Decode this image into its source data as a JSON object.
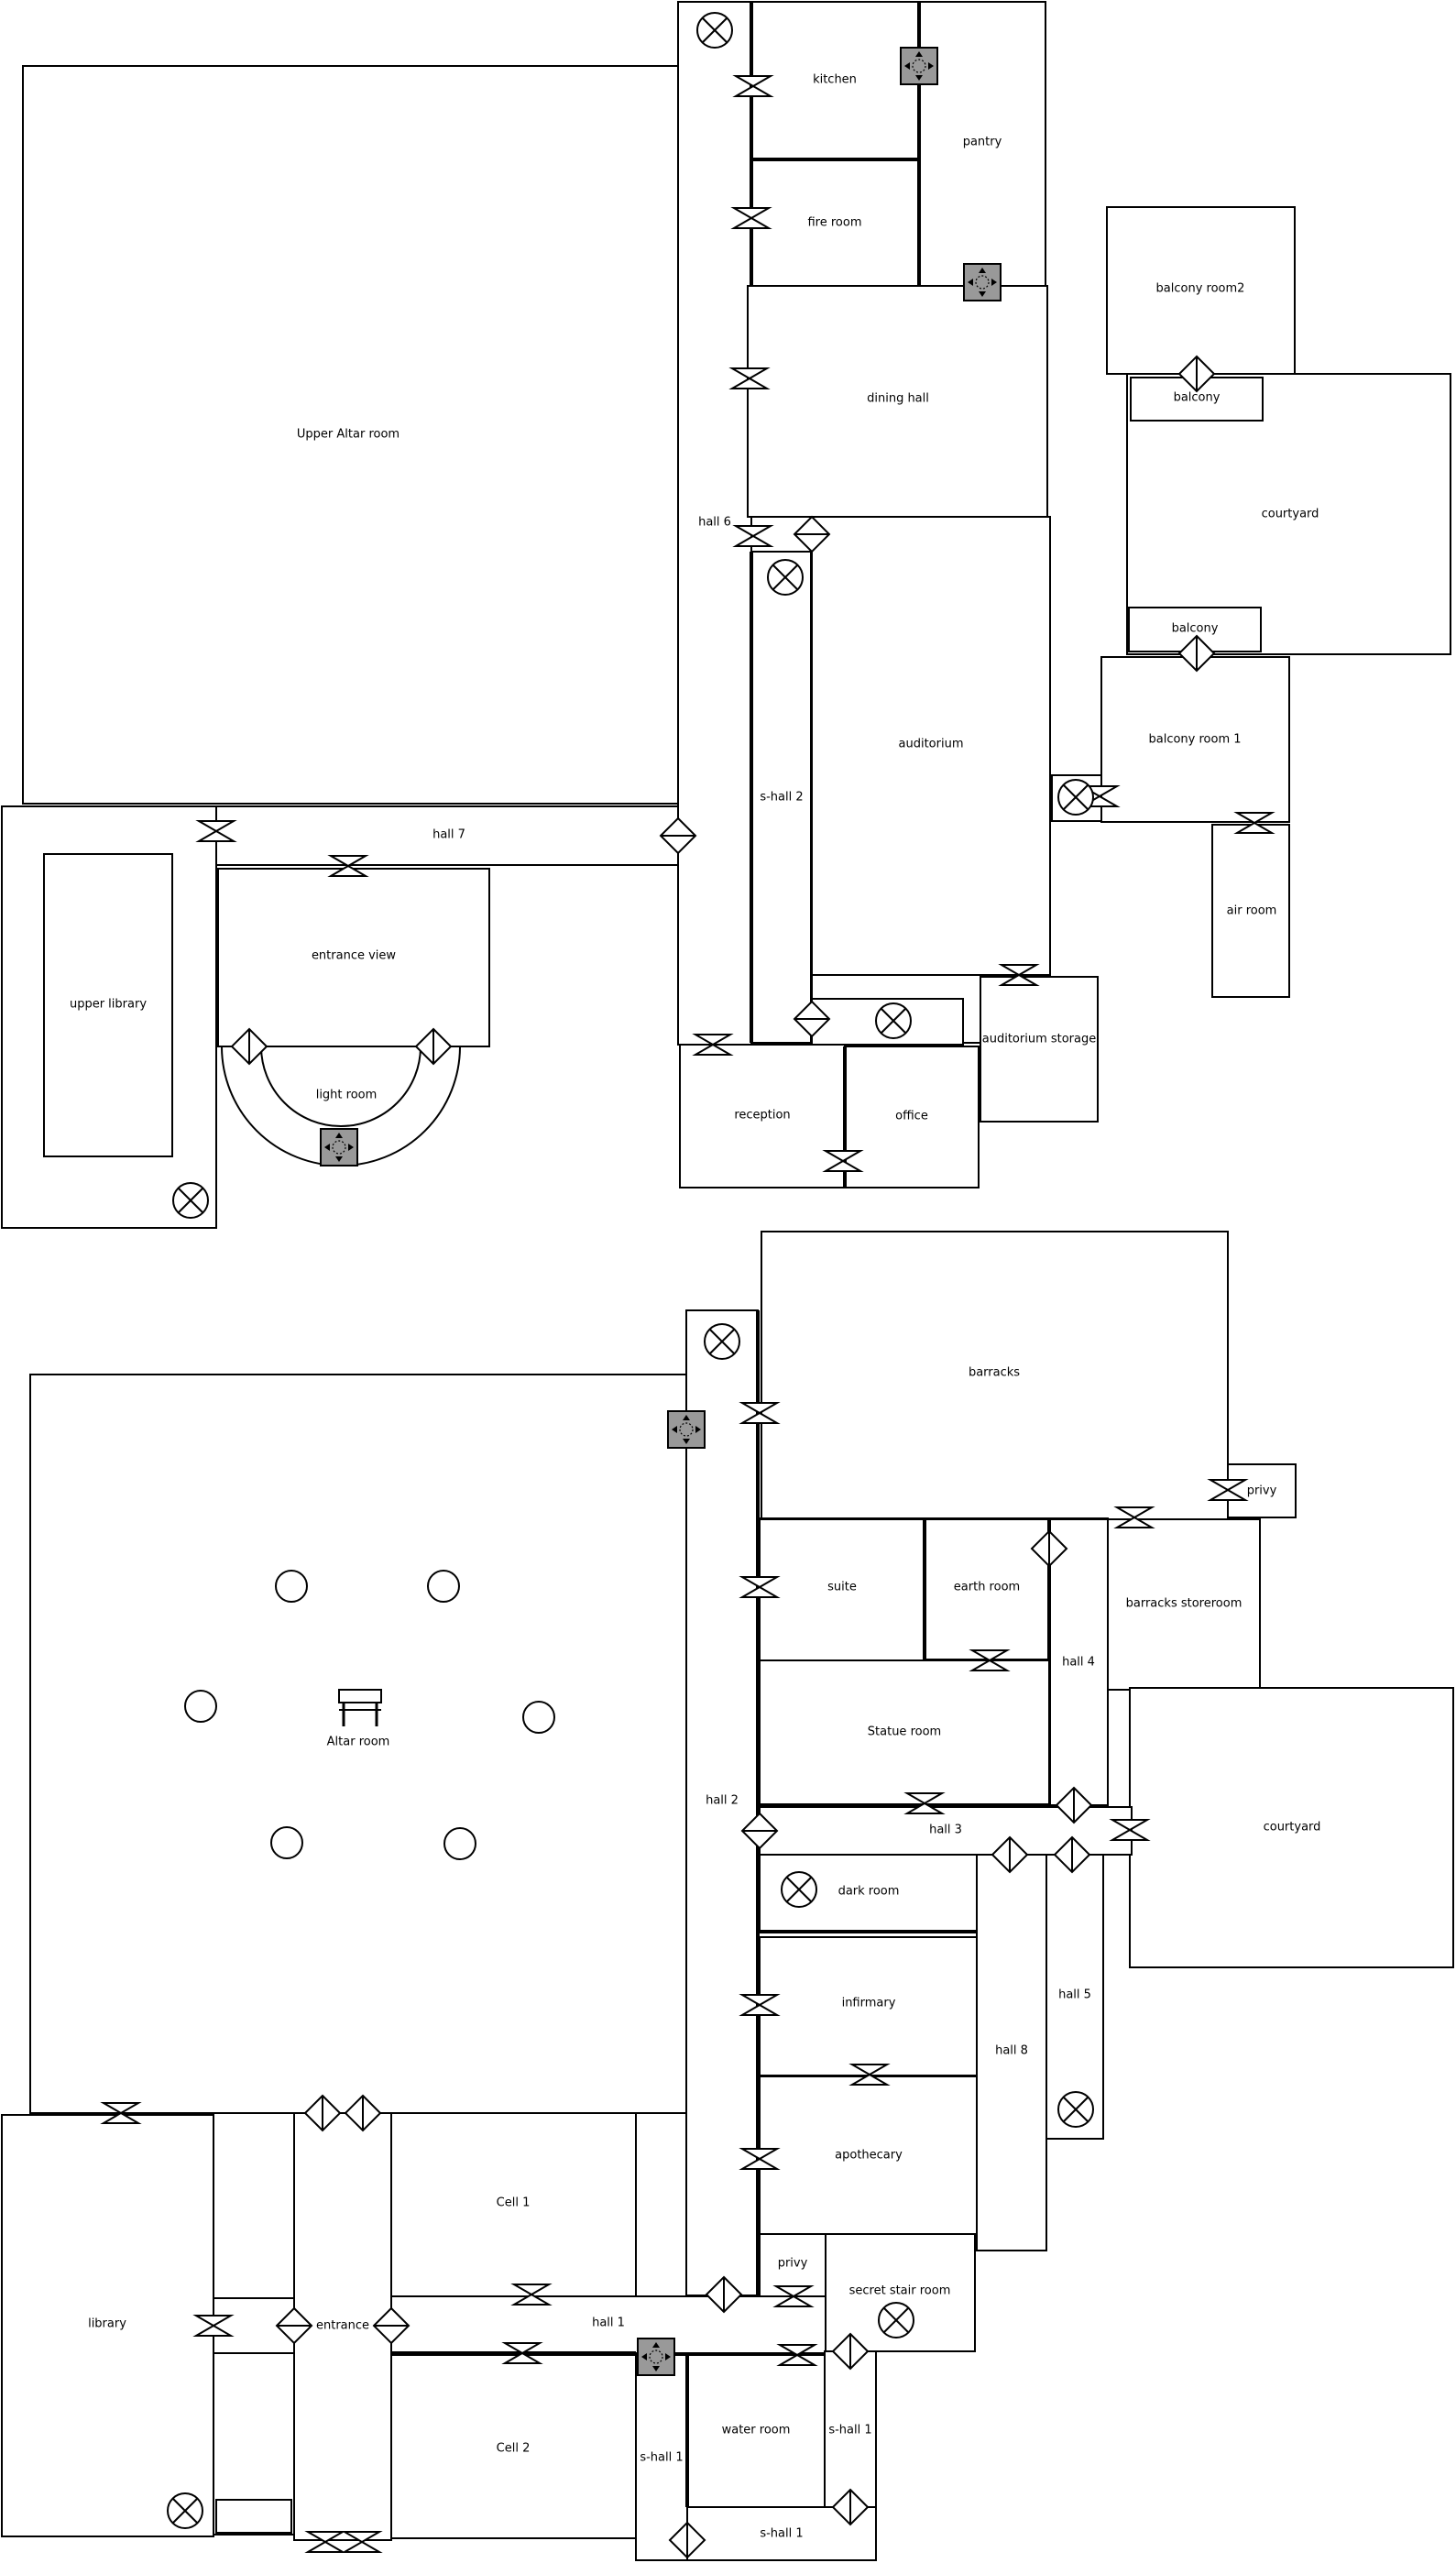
{
  "upper_floor": {
    "rooms": [
      {
        "id": "upper-altar-room",
        "label": "Upper Altar room"
      },
      {
        "id": "kitchen",
        "label": "kitchen"
      },
      {
        "id": "pantry",
        "label": "pantry"
      },
      {
        "id": "fire-room",
        "label": "fire room"
      },
      {
        "id": "dining-hall",
        "label": "dining hall"
      },
      {
        "id": "balcony-room2",
        "label": "balcony room2"
      },
      {
        "id": "balcony-top",
        "label": "balcony"
      },
      {
        "id": "courtyard-upper",
        "label": "courtyard"
      },
      {
        "id": "balcony-bottom",
        "label": "balcony"
      },
      {
        "id": "balcony-room-1",
        "label": "balcony room 1"
      },
      {
        "id": "hall-6",
        "label": "hall 6"
      },
      {
        "id": "s-hall-2",
        "label": "s-hall 2"
      },
      {
        "id": "auditorium",
        "label": "auditorium"
      },
      {
        "id": "hall-7",
        "label": "hall 7"
      },
      {
        "id": "entrance-view",
        "label": "entrance view"
      },
      {
        "id": "upper-library",
        "label": "upper library"
      },
      {
        "id": "light-room",
        "label": "light room"
      },
      {
        "id": "air-room",
        "label": "air room"
      },
      {
        "id": "auditorium-storage",
        "label": "auditorium storage"
      },
      {
        "id": "reception",
        "label": "reception"
      },
      {
        "id": "office",
        "label": "office"
      }
    ]
  },
  "lower_floor": {
    "rooms": [
      {
        "id": "barracks",
        "label": "barracks"
      },
      {
        "id": "privy-top",
        "label": "privy"
      },
      {
        "id": "suite",
        "label": "suite"
      },
      {
        "id": "earth-room",
        "label": "earth room"
      },
      {
        "id": "hall-4",
        "label": "hall 4"
      },
      {
        "id": "barracks-storeroom",
        "label": "barracks storeroom"
      },
      {
        "id": "altar-room",
        "label": "Altar room"
      },
      {
        "id": "hall-2",
        "label": "hall 2"
      },
      {
        "id": "statue-room",
        "label": "Statue room"
      },
      {
        "id": "courtyard-lower",
        "label": "courtyard"
      },
      {
        "id": "hall-3",
        "label": "hall 3"
      },
      {
        "id": "dark-room",
        "label": "dark room"
      },
      {
        "id": "hall-5",
        "label": "hall 5"
      },
      {
        "id": "infirmary",
        "label": "infirmary"
      },
      {
        "id": "hall-8",
        "label": "hall 8"
      },
      {
        "id": "apothecary",
        "label": "apothecary"
      },
      {
        "id": "cell-1",
        "label": "Cell 1"
      },
      {
        "id": "privy-bottom",
        "label": "privy"
      },
      {
        "id": "secret-stair-room",
        "label": "secret stair room"
      },
      {
        "id": "library",
        "label": "library"
      },
      {
        "id": "entrance",
        "label": "entrance"
      },
      {
        "id": "hall-1",
        "label": "hall 1"
      },
      {
        "id": "cell-2",
        "label": "Cell 2"
      },
      {
        "id": "s-hall-1-left",
        "label": "s-hall 1"
      },
      {
        "id": "water-room",
        "label": "water room"
      },
      {
        "id": "s-hall-1-right",
        "label": "s-hall 1"
      },
      {
        "id": "s-hall-1-bottom",
        "label": "s-hall 1"
      }
    ]
  },
  "symbols": {
    "door": "hourglass-door-icon",
    "archway": "diamond-door-icon",
    "light_source": "crossed-circle-icon",
    "stairs": "stairs-icon",
    "pillar": "pillar-circle-icon",
    "altar": "altar-icon"
  }
}
